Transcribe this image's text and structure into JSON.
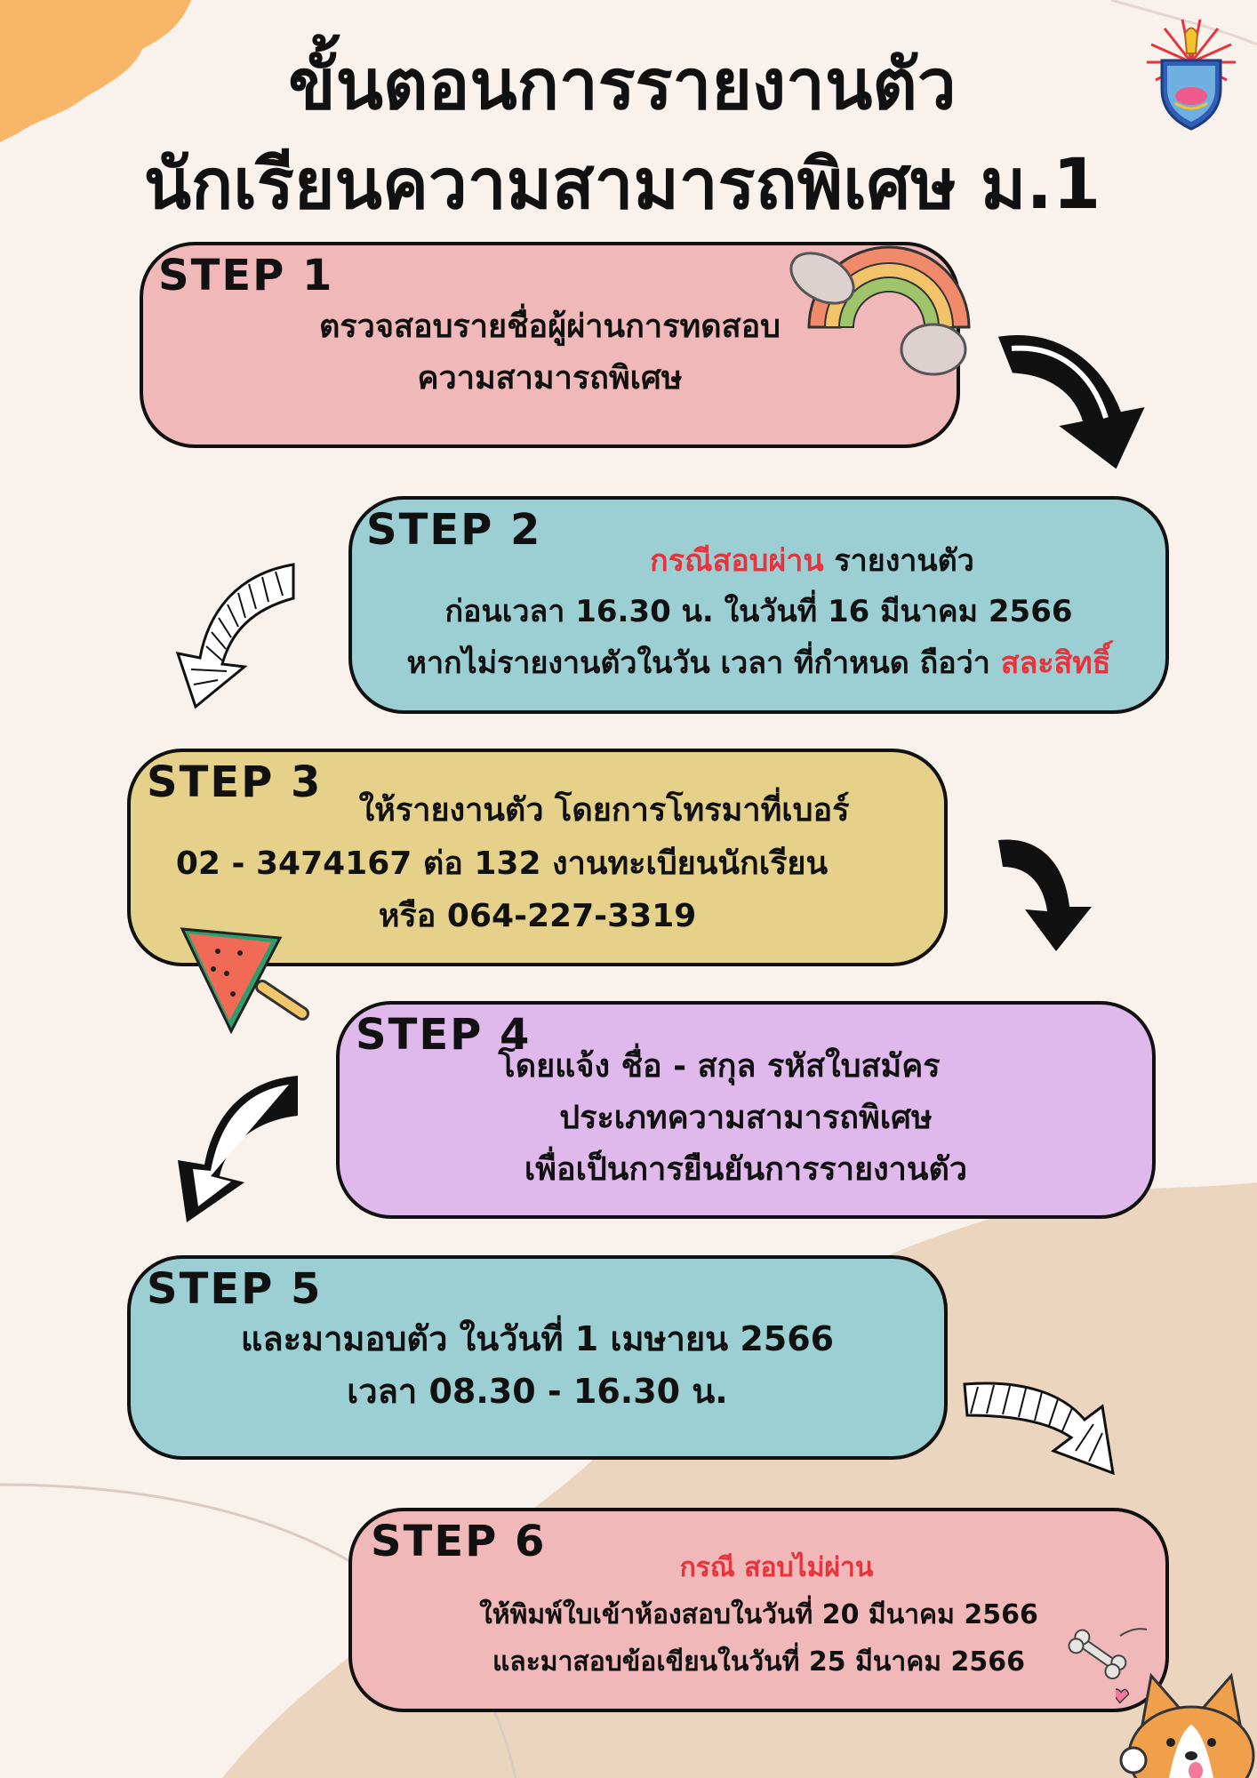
{
  "colors": {
    "page_bg": "#f8f1ec",
    "accent_orange": "#f7b567",
    "accent_tan": "#ecd5bf",
    "step1_bg": "#f0b8b8",
    "step2_bg": "#9bcfd3",
    "step3_bg": "#e5d18a",
    "step4_bg": "#e0b9ec",
    "step5_bg": "#9bcfd3",
    "step6_bg": "#f0b8b8",
    "highlight_red": "#e8323c"
  },
  "title": {
    "line1": "ขั้นตอนการรายงานตัว",
    "line2": "นักเรียนความสามารถพิเศษ ม.1"
  },
  "logo": {
    "icon": "school-crest-icon"
  },
  "steps": [
    {
      "label": "STEP 1",
      "lines": [
        "ตรวจสอบรายชื่อผู้ผ่านการทดสอบ",
        "ความสามารถพิเศษ"
      ]
    },
    {
      "label": "STEP 2",
      "red1": "กรณีสอบผ่าน",
      "rest1": " รายงานตัว",
      "line2": "ก่อนเวลา 16.30 น. ในวันที่ 16 มีนาคม 2566",
      "pre3": "หากไม่รายงานตัวในวัน เวลา ที่กำหนด ถือว่า ",
      "red3": "สละสิทธิ์"
    },
    {
      "label": "STEP 3",
      "lines": [
        "ให้รายงานตัว โดยการโทรมาที่เบอร์",
        "02 - 3474167 ต่อ 132 งานทะเบียนนักเรียน",
        "หรือ 064-227-3319"
      ]
    },
    {
      "label": "STEP 4",
      "lines": [
        "โดยแจ้ง ชื่อ - สกุล รหัสใบสมัคร",
        "ประเภทความสามารถพิเศษ",
        "เพื่อเป็นการยืนยันการรายงานตัว"
      ]
    },
    {
      "label": "STEP 5",
      "lines": [
        "และมามอบตัว ในวันที่ 1 เมษายน 2566",
        "เวลา 08.30 - 16.30 น."
      ]
    },
    {
      "label": "STEP 6",
      "red1": "กรณี สอบไม่ผ่าน",
      "lines": [
        "ให้พิมพ์ใบเข้าห้องสอบในวันที่ 20 มีนาคม 2566",
        "และมาสอบข้อเขียนในวันที่ 25 มีนาคม 2566"
      ]
    }
  ]
}
